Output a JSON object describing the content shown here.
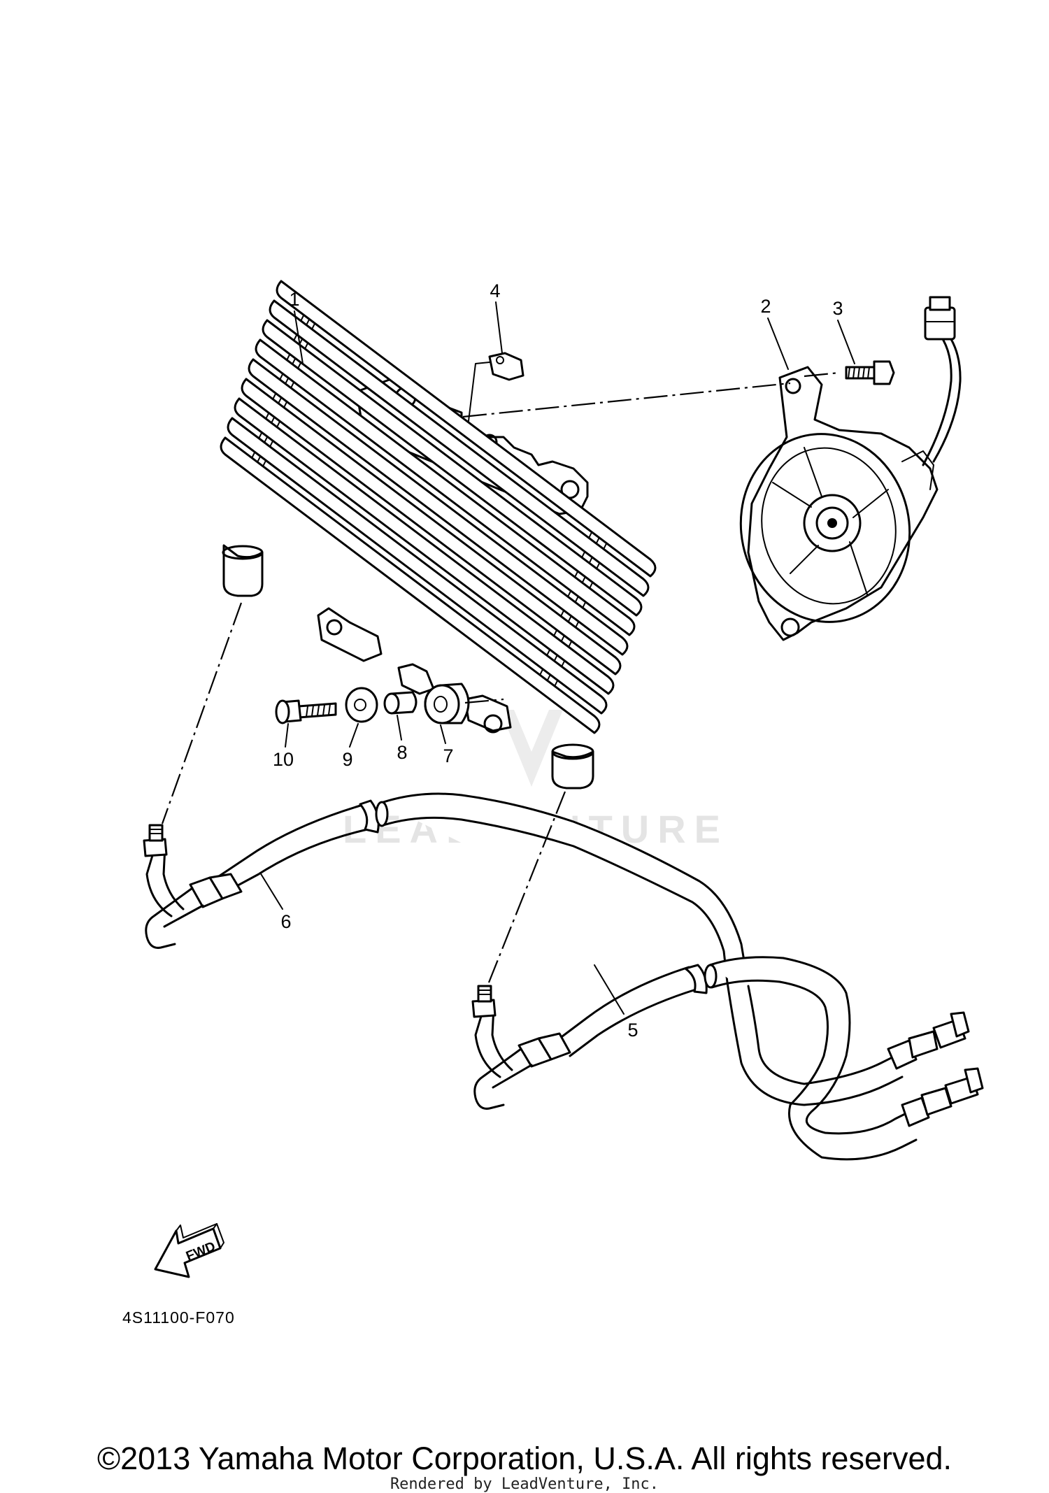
{
  "callouts": [
    {
      "id": "1",
      "label": "1"
    },
    {
      "id": "2",
      "label": "2"
    },
    {
      "id": "3",
      "label": "3"
    },
    {
      "id": "4",
      "label": "4"
    },
    {
      "id": "5",
      "label": "5"
    },
    {
      "id": "6",
      "label": "6"
    },
    {
      "id": "7",
      "label": "7"
    },
    {
      "id": "8",
      "label": "8"
    },
    {
      "id": "9",
      "label": "9"
    },
    {
      "id": "10",
      "label": "10"
    }
  ],
  "fwd_label": "FWD",
  "part_code": "4S11100-F070",
  "watermark": "LEADVENTURE",
  "copyright": "©2013 Yamaha Motor Corporation, U.S.A. All rights reserved.",
  "rendered_by": "Rendered by LeadVenture, Inc."
}
